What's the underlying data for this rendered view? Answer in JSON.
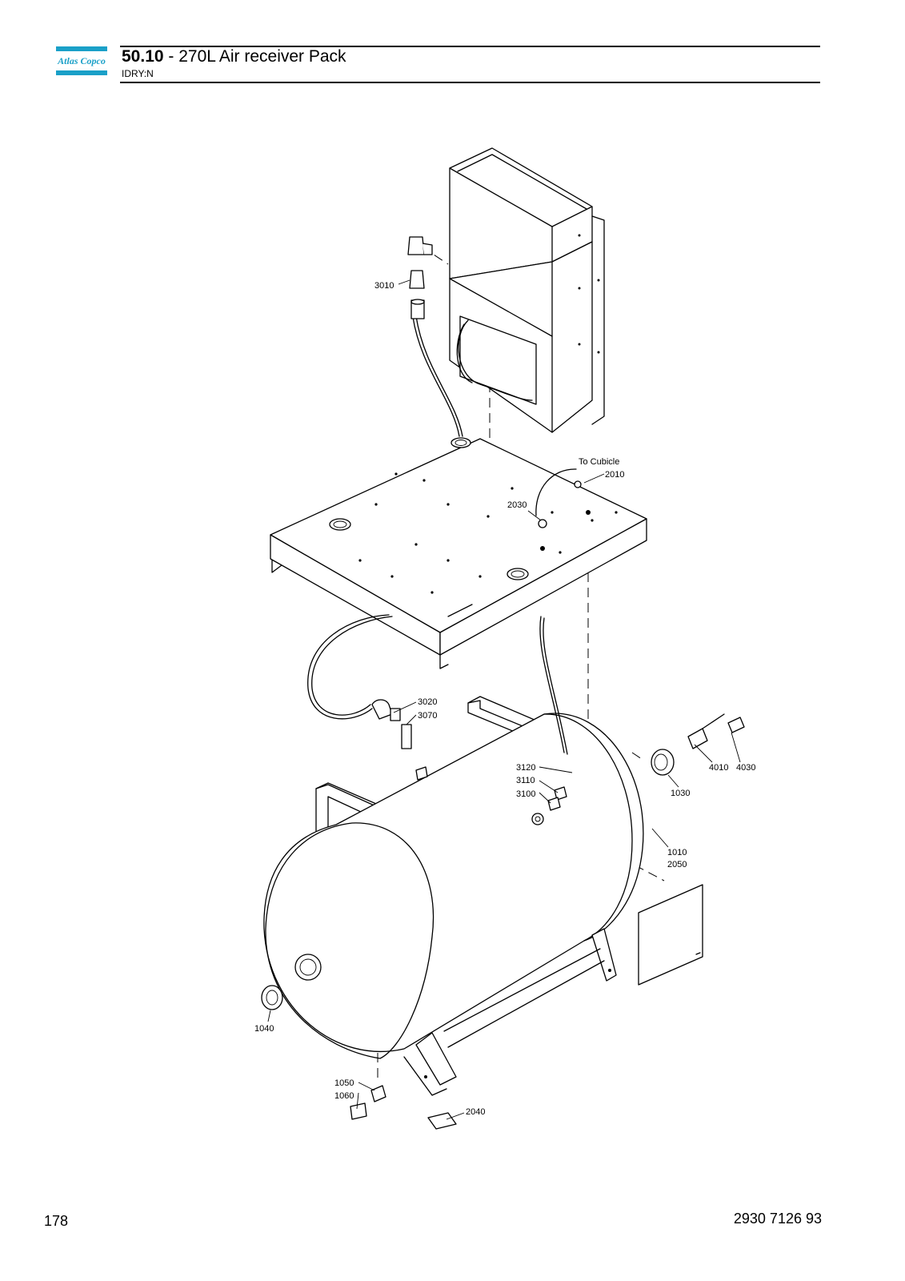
{
  "header": {
    "section_number": "50.10",
    "separator": " - ",
    "title": "270L Air receiver Pack",
    "subtitle": "IDRY:N",
    "brand": "Atlas Copco",
    "brand_color": "#1aa0c8"
  },
  "footer": {
    "page_number": "178",
    "document_number": "2930 7126 93"
  },
  "callouts": {
    "c3010": "3010",
    "to_cubicle": "To Cubicle",
    "c2010": "2010",
    "c2030": "2030",
    "c3020": "3020",
    "c3070": "3070",
    "c3120": "3120",
    "c3110": "3110",
    "c3100": "3100",
    "c4010": "4010",
    "c4030": "4030",
    "c1030": "1030",
    "c1010": "1010",
    "c2050": "2050",
    "c1040": "1040",
    "c1050": "1050",
    "c1060": "1060",
    "c2040": "2040"
  }
}
